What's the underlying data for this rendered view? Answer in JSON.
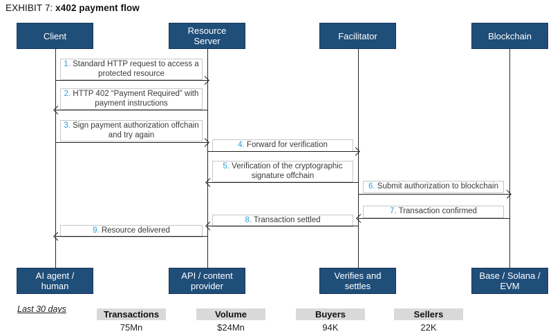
{
  "title": {
    "prefix": "EXHIBIT 7: ",
    "text": "x402 payment flow"
  },
  "colors": {
    "actor_box_navy": "#1F4E79",
    "actor_border": "#16365C",
    "step_number_blue": "#2E9FD8",
    "message_box_border": "#C6C6C6",
    "stat_label_gray": "#D9D9D9"
  },
  "actors": [
    {
      "top": "Client",
      "bottom": "AI agent /\nhuman"
    },
    {
      "top": "Resource\nServer",
      "bottom": "API / content\nprovider"
    },
    {
      "top": "Facilitator",
      "bottom": "Verifies and\nsettles"
    },
    {
      "top": "Blockchain",
      "bottom": "Base / Solana /\nEVM"
    }
  ],
  "messages": [
    {
      "num": "1.",
      "text": " Standard HTTP request to access a protected resource",
      "from": "Client",
      "to": "Resource Server",
      "direction": "right"
    },
    {
      "num": "2.",
      "text": " HTTP 402 “Payment Required” with payment instructions",
      "from": "Resource Server",
      "to": "Client",
      "direction": "left"
    },
    {
      "num": "3.",
      "text": " Sign payment authorization offchain and try again",
      "from": "Client",
      "to": "Resource Server",
      "direction": "right"
    },
    {
      "num": "4.",
      "text": " Forward for verification",
      "from": "Resource Server",
      "to": "Facilitator",
      "direction": "right"
    },
    {
      "num": "5.",
      "text": " Verification of the cryptographic signature offchain",
      "from": "Facilitator",
      "to": "Resource Server",
      "direction": "left"
    },
    {
      "num": "6.",
      "text": " Submit authorization to blockchain",
      "from": "Facilitator",
      "to": "Blockchain",
      "direction": "right"
    },
    {
      "num": "7.",
      "text": " Transaction confirmed",
      "from": "Blockchain",
      "to": "Facilitator",
      "direction": "left"
    },
    {
      "num": "8.",
      "text": " Transaction settled",
      "from": "Facilitator",
      "to": "Resource Server",
      "direction": "left"
    },
    {
      "num": "9.",
      "text": " Resource delivered",
      "from": "Resource Server",
      "to": "Client",
      "direction": "left"
    }
  ],
  "stats": {
    "period_label": "Last 30 days",
    "items": [
      {
        "label": "Transactions",
        "value": "75Mn"
      },
      {
        "label": "Volume",
        "value": "$24Mn"
      },
      {
        "label": "Buyers",
        "value": "94K"
      },
      {
        "label": "Sellers",
        "value": "22K"
      }
    ]
  }
}
